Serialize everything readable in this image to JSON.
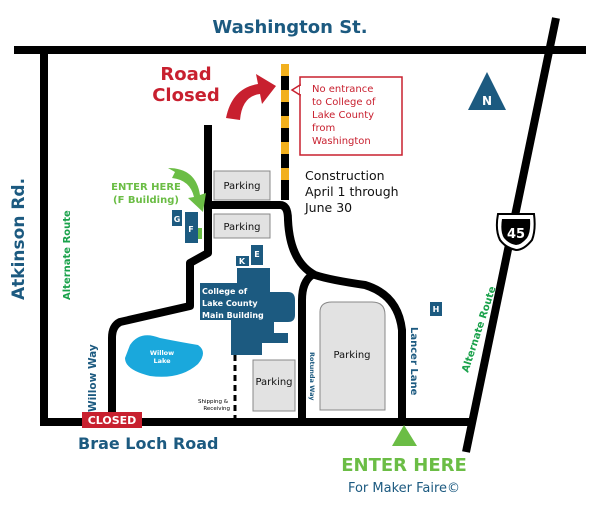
{
  "streets": {
    "washington": "Washington St.",
    "atkinson": "Atkinson Rd.",
    "brae_loch": "Brae Loch Road",
    "willow_way": "Willow Way",
    "rotunda_way": "Rotunda Way",
    "lancer_lane": "Lancer Lane",
    "alternate_route_left": "Alternate Route",
    "alternate_route_right": "Alternate Route",
    "route_number": "45"
  },
  "notices": {
    "road_closed_line1": "Road",
    "road_closed_line2": "Closed",
    "no_entrance": [
      "No entrance",
      "to College of",
      "Lake County",
      "from",
      "Washington"
    ],
    "construction": [
      "Construction",
      "April 1 through",
      "June 30"
    ],
    "closed_badge": "CLOSED",
    "enter_f_line1": "ENTER HERE",
    "enter_f_line2": "(F Building)",
    "enter_main": "ENTER HERE",
    "enter_main_sub": "For Maker Faire©"
  },
  "buildings": {
    "main": [
      "College of",
      "Lake County",
      "Main Building"
    ],
    "g": "G",
    "f": "F",
    "k": "K",
    "e": "E",
    "h": "H"
  },
  "places": {
    "willow_lake": [
      "Willow",
      "Lake"
    ],
    "shipping": [
      "Shipping &",
      "Receiving"
    ],
    "parking": "Parking"
  },
  "compass": "N",
  "colors": {
    "red": "#c8202f",
    "green": "#6bbd45",
    "blue": "#1c5a80",
    "lake": "#1aa8dc",
    "yellow": "#f2b01e"
  }
}
